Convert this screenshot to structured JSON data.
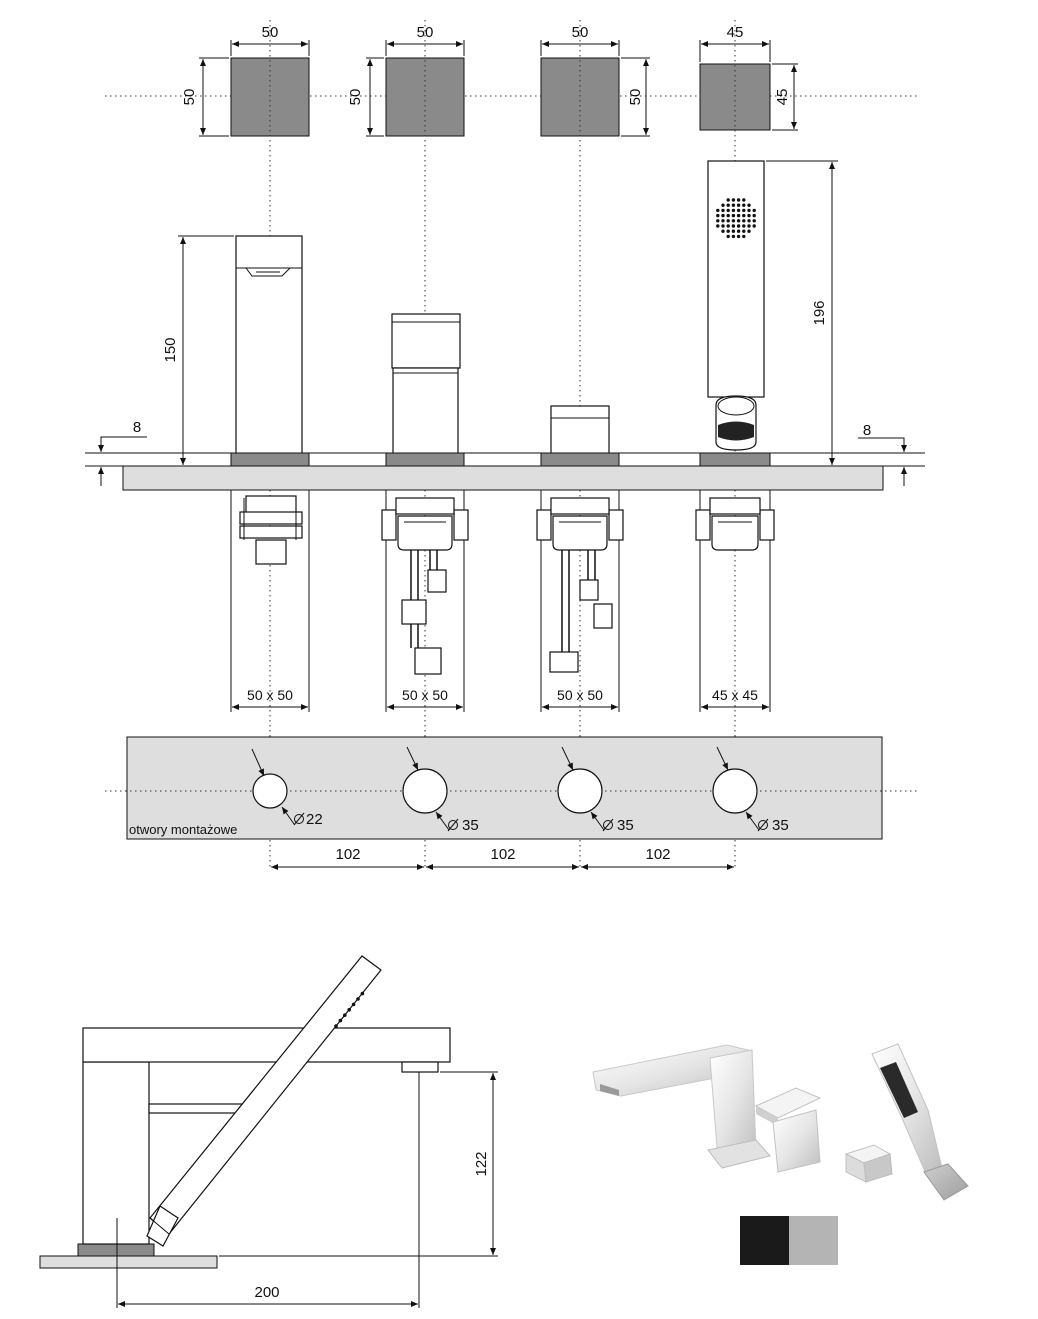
{
  "top_dims": {
    "w1": "50",
    "h1": "50",
    "w2": "50",
    "h2": "50",
    "w3": "50",
    "h3": "50",
    "w4": "45",
    "h4": "45"
  },
  "front_view": {
    "spout_height": "150",
    "handshower_height": "196",
    "deck_left": "8",
    "deck_right": "8"
  },
  "base_sizes": [
    "50 x 50",
    "50 x 50",
    "50 x 50",
    "45 x 45"
  ],
  "holes": {
    "note": "otwory montażowe",
    "d1": "22",
    "d2": "35",
    "d3": "35",
    "d4": "35",
    "spacing1": "102",
    "spacing2": "102",
    "spacing3": "102"
  },
  "side_view": {
    "height": "122",
    "reach": "200"
  },
  "swatches": {
    "colors": [
      "#1a1a1a",
      "#b4b4b4"
    ]
  }
}
